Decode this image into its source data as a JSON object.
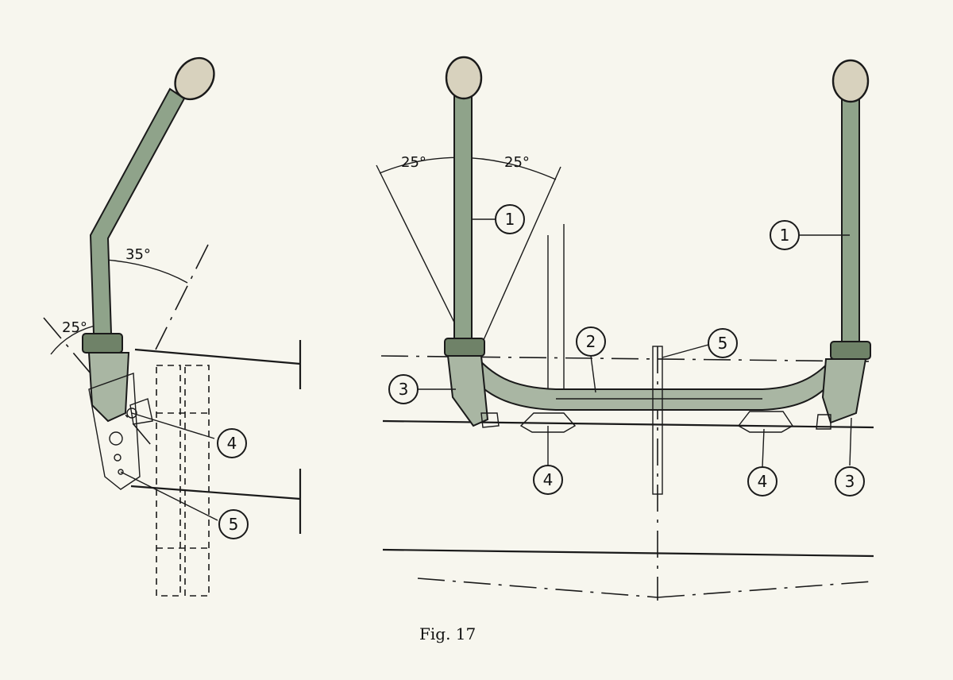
{
  "figure": {
    "caption": "Fig. 17"
  },
  "side_view": {
    "angle_top": "35°",
    "angle_bottom": "25°",
    "callouts": [
      {
        "n": "4"
      },
      {
        "n": "5"
      }
    ]
  },
  "front_view": {
    "angle_left": "25°",
    "angle_right": "25°",
    "callouts": [
      {
        "n": "1"
      },
      {
        "n": "1"
      },
      {
        "n": "2"
      },
      {
        "n": "5"
      },
      {
        "n": "3"
      },
      {
        "n": "3"
      },
      {
        "n": "4"
      },
      {
        "n": "4"
      }
    ]
  }
}
